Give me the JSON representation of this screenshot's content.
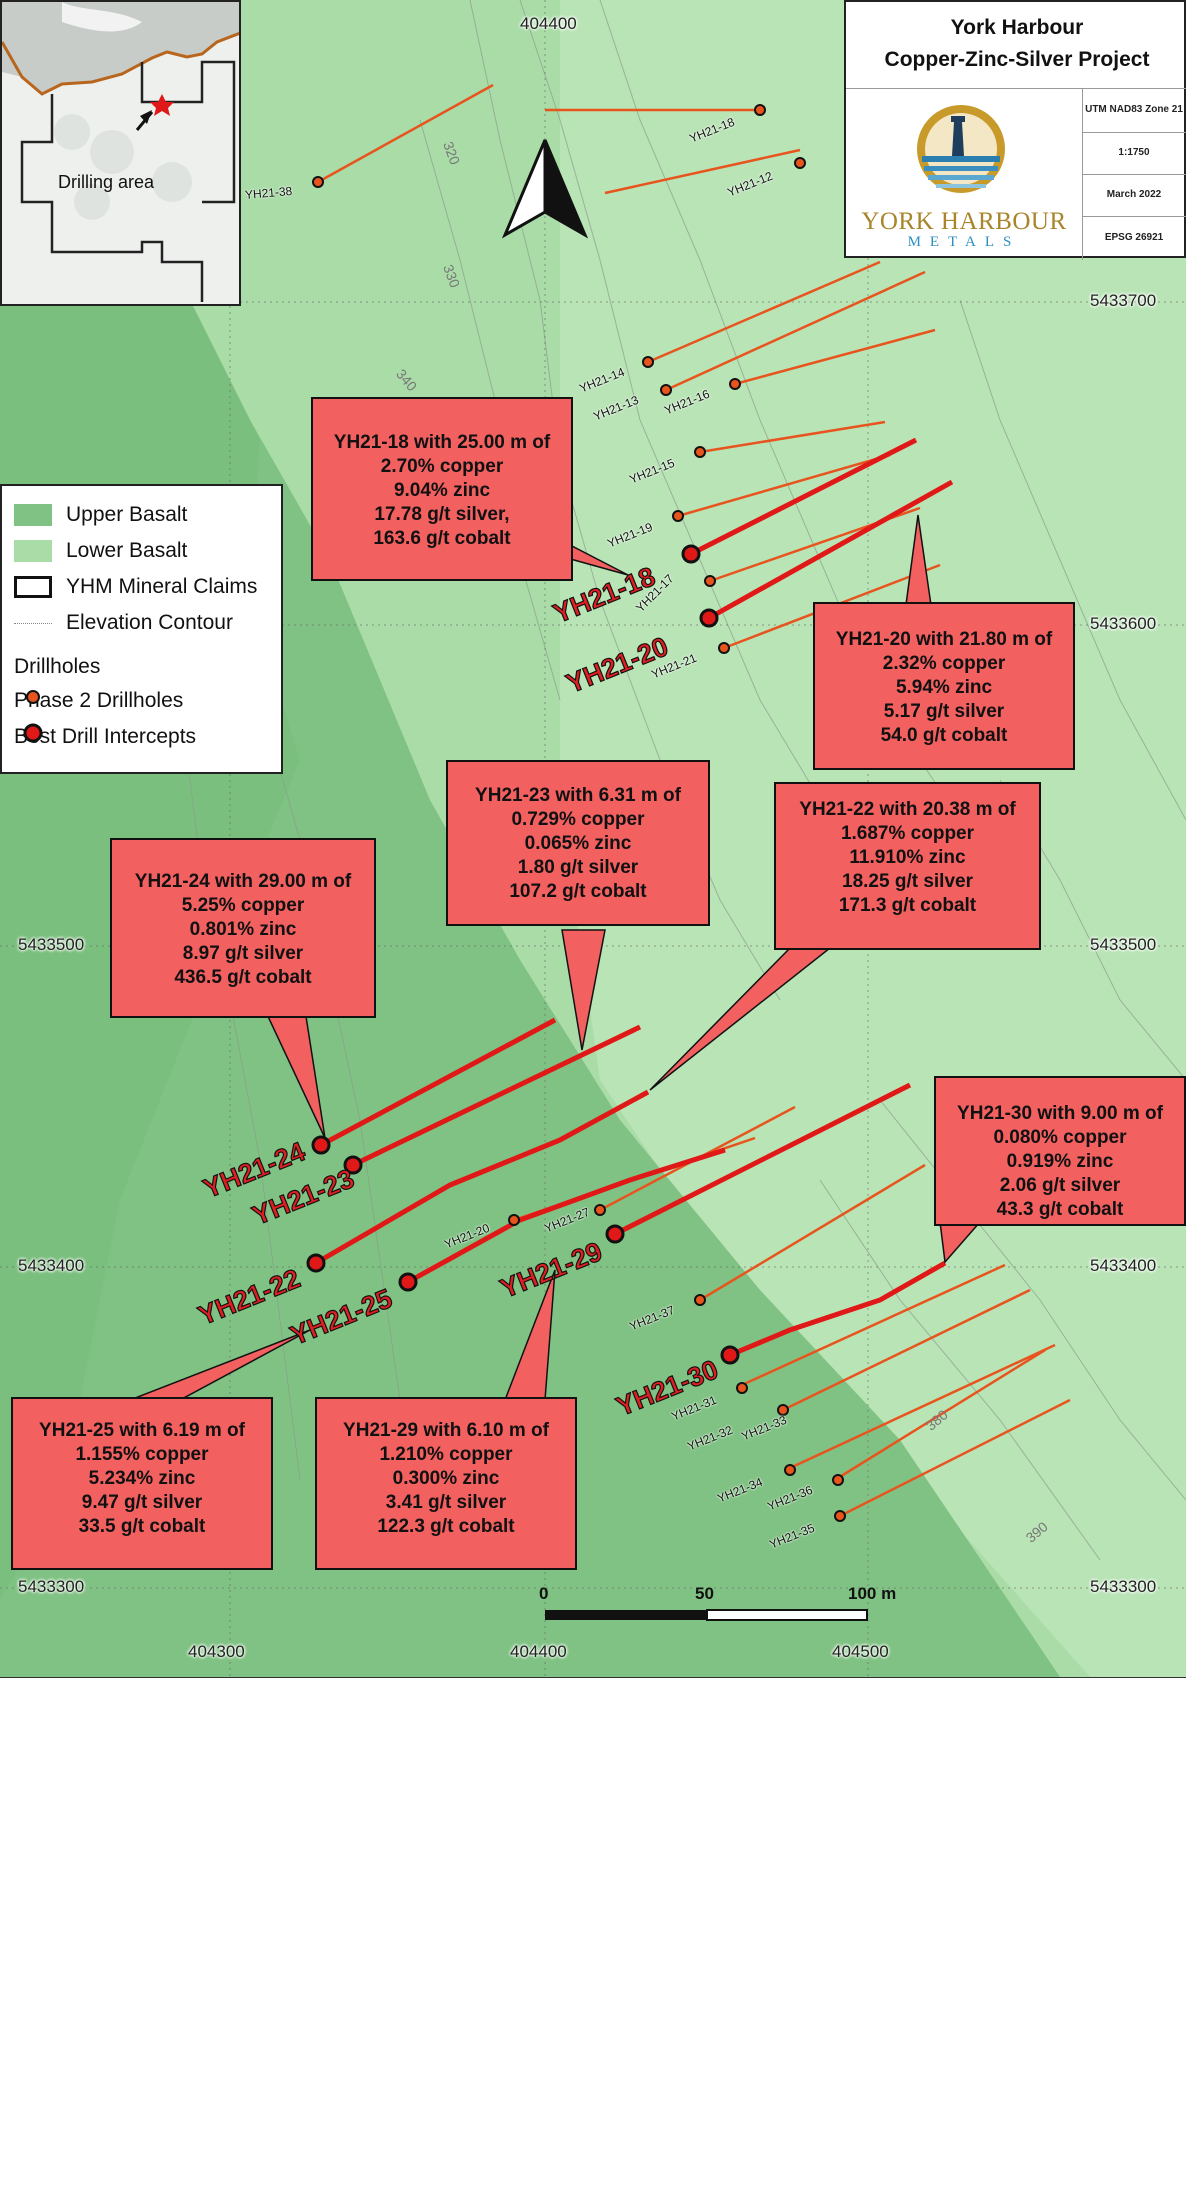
{
  "title_block": {
    "line1": "York Harbour",
    "line2": "Copper-Zinc-Silver Project",
    "crs": "UTM NAD83 Zone 21",
    "scale": "1:1750",
    "date": "March 2022",
    "epsg": "EPSG 26921",
    "logo_text_main": "YORK HARBOUR",
    "logo_text_sub": "METALS"
  },
  "inset": {
    "label": "Drilling area"
  },
  "legend": {
    "items": [
      {
        "label": "Upper Basalt",
        "color": "#80c283"
      },
      {
        "label": "Lower Basalt",
        "color": "#a9dca7"
      },
      {
        "label": "YHM Mineral Claims"
      },
      {
        "label": "Elevation Contour"
      }
    ],
    "drillholes_heading": "Drillholes",
    "phase2_label": "Phase 2 Drillholes",
    "best_label": "Best Drill Intercepts"
  },
  "colors": {
    "upper_basalt": "#80c283",
    "lower_basalt": "#a9dca7",
    "drill_trace": "#e8541e",
    "best_trace": "#e01818",
    "callout_fill": "#f26060"
  },
  "coordinates": {
    "x_top": [
      "404400"
    ],
    "x_bottom": [
      "404300",
      "404400",
      "404500"
    ],
    "y_left": [
      "5433500",
      "5433400",
      "5433300"
    ],
    "y_right": [
      "5433700",
      "5433600",
      "5433500",
      "5433400",
      "5433300"
    ]
  },
  "scale_bar": {
    "labels": [
      "0",
      "50",
      "100 m"
    ]
  },
  "contours": [
    "320",
    "330",
    "340",
    "380",
    "390"
  ],
  "drillholes": [
    {
      "id": "YH21-38",
      "best": false
    },
    {
      "id": "YH21-18",
      "best": false
    },
    {
      "id": "YH21-12",
      "best": false
    },
    {
      "id": "YH21-14",
      "best": false
    },
    {
      "id": "YH21-13",
      "best": false
    },
    {
      "id": "YH21-16",
      "best": false
    },
    {
      "id": "YH21-15",
      "best": false
    },
    {
      "id": "YH21-19",
      "best": false
    },
    {
      "id": "YH21-17",
      "best": false
    },
    {
      "id": "YH21-21",
      "best": false
    },
    {
      "id": "YH21-20",
      "best": false
    },
    {
      "id": "YH21-27",
      "best": false
    },
    {
      "id": "YH21-37",
      "best": false
    },
    {
      "id": "YH21-31",
      "best": false
    },
    {
      "id": "YH21-32",
      "best": false
    },
    {
      "id": "YH21-33",
      "best": false
    },
    {
      "id": "YH21-34",
      "best": false
    },
    {
      "id": "YH21-36",
      "best": false
    },
    {
      "id": "YH21-35",
      "best": false
    }
  ],
  "best_labels": [
    "YH21-18",
    "YH21-20",
    "YH21-24",
    "YH21-23",
    "YH21-22",
    "YH21-25",
    "YH21-29",
    "YH21-30"
  ],
  "callouts": [
    {
      "id": "c18",
      "lines": [
        "YH21-18 with 25.00 m of",
        "2.70% copper",
        "9.04% zinc",
        "17.78 g/t silver,",
        "163.6 g/t cobalt"
      ]
    },
    {
      "id": "c20",
      "lines": [
        "YH21-20 with 21.80 m of",
        "2.32% copper",
        "5.94% zinc",
        "5.17 g/t silver",
        "54.0 g/t cobalt"
      ]
    },
    {
      "id": "c23",
      "lines": [
        "YH21-23 with 6.31 m of",
        "0.729% copper",
        "0.065% zinc",
        "1.80 g/t silver",
        "107.2 g/t cobalt"
      ]
    },
    {
      "id": "c22",
      "lines": [
        "YH21-22 with 20.38 m of",
        "1.687% copper",
        "11.910% zinc",
        "18.25 g/t silver",
        "171.3 g/t cobalt"
      ]
    },
    {
      "id": "c24",
      "lines": [
        "YH21-24 with 29.00 m of",
        "5.25% copper",
        "0.801% zinc",
        "8.97 g/t silver",
        "436.5 g/t cobalt"
      ]
    },
    {
      "id": "c30",
      "lines": [
        "YH21-30 with 9.00 m of",
        "0.080% copper",
        "0.919% zinc",
        "2.06 g/t silver",
        "43.3 g/t cobalt"
      ]
    },
    {
      "id": "c25",
      "lines": [
        "YH21-25 with 6.19 m of",
        "1.155% copper",
        "5.234% zinc",
        "9.47 g/t silver",
        "33.5 g/t cobalt"
      ]
    },
    {
      "id": "c29",
      "lines": [
        "YH21-29 with 6.10 m of",
        "1.210% copper",
        "0.300% zinc",
        "3.41 g/t silver",
        "122.3 g/t cobalt"
      ]
    }
  ]
}
